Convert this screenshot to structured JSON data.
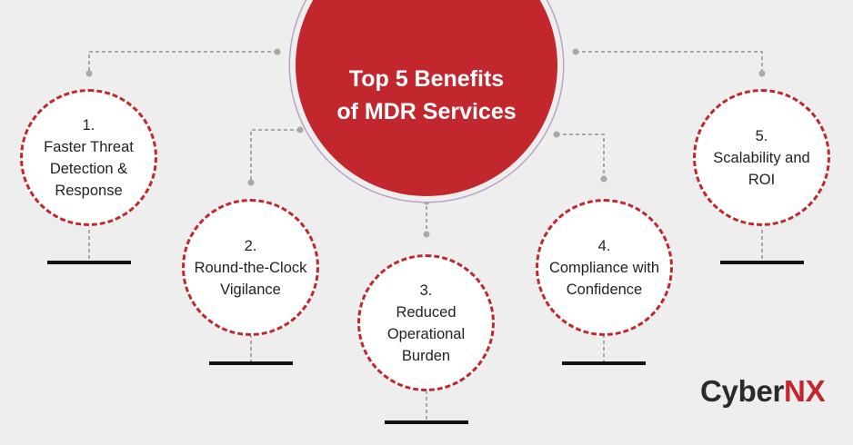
{
  "center": {
    "title": "Top 5 Benefits of MDR Services"
  },
  "benefits": [
    {
      "number": "1.",
      "text": "Faster Threat Detection & Response"
    },
    {
      "number": "2.",
      "text": "Round-the-Clock Vigilance"
    },
    {
      "number": "3.",
      "text": "Reduced Operational Burden"
    },
    {
      "number": "4.",
      "text": "Compliance with Confidence"
    },
    {
      "number": "5.",
      "text": "Scalability and ROI"
    }
  ],
  "logo": {
    "part1": "Cyber",
    "part2": "NX"
  },
  "colors": {
    "accent": "#c1272d",
    "background": "#efeeee",
    "connector": "#a9a9a9"
  }
}
